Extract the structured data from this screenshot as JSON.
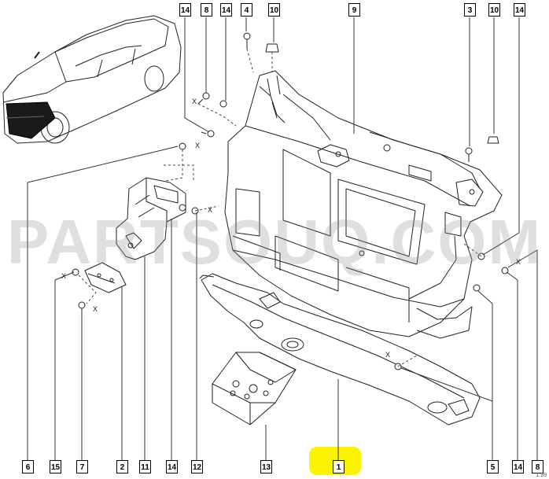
{
  "labels": {
    "top": [
      "14",
      "8",
      "14",
      "4",
      "10",
      "9",
      "3",
      "10",
      "14"
    ],
    "bottom": [
      "6",
      "15",
      "7",
      "2",
      "11",
      "14",
      "12",
      "13",
      "1",
      "5",
      "14",
      "8"
    ]
  },
  "x_marks": [
    "X",
    "X",
    "X",
    "X",
    "X",
    "X",
    "X"
  ],
  "watermark": "PARTSOUQ.COM",
  "corner_code": "1.99",
  "highlight_color": "#fbf200"
}
